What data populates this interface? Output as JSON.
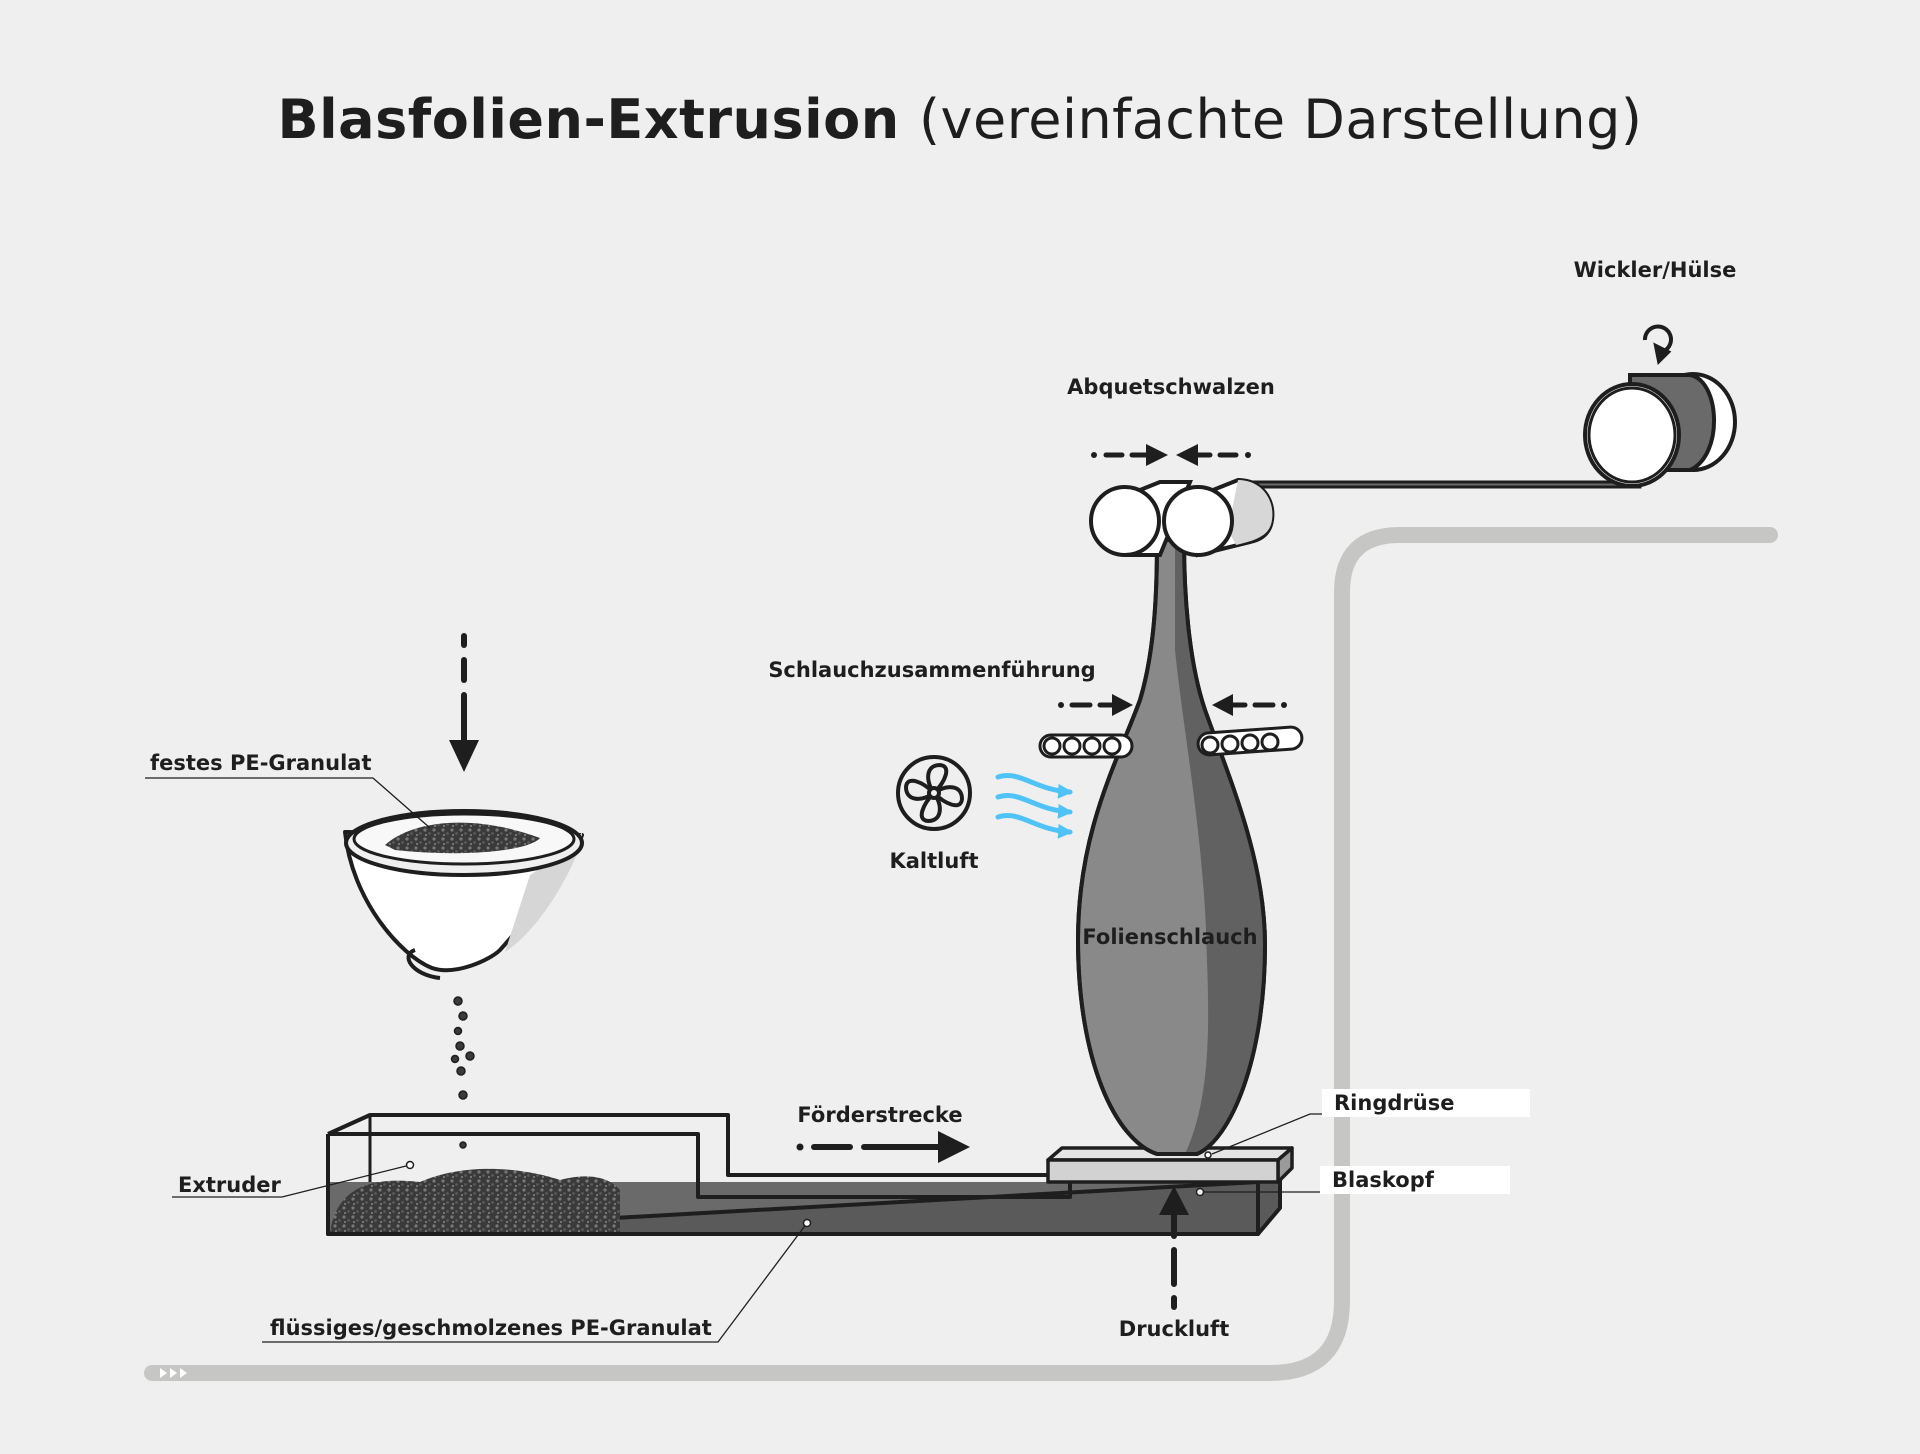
{
  "title": {
    "bold": "Blasfolien-Extrusion",
    "light": "(vereinfachte Darstellung)"
  },
  "labels": {
    "granulate": "festes PE-Granulat",
    "extruder": "Extruder",
    "melt": "flüssiges/geschmolzenes PE-Granulat",
    "conveying": "Förderstrecke",
    "compressed_air": "Druckluft",
    "ring_die": "Ringdrüse",
    "blow_head": "Blaskopf",
    "film_tube": "Folienschlauch",
    "cold_air": "Kaltluft",
    "tube_merge": "Schlauchzusammenführung",
    "nip_rolls": "Abquetschwalzen",
    "winder": "Wickler/Hülse"
  },
  "icons": {
    "fan": "fan-icon",
    "rotate": "rotate-icon",
    "arrow": "arrow-icon",
    "progress": "progress-chevrons-icon"
  },
  "colors": {
    "background": "#efefef",
    "outline": "#1e1e1e",
    "melt": "#6a6a6a",
    "tube_light": "#898989",
    "tube_dark": "#616161",
    "cold_air": "#4fc3f7",
    "track": "#c6c6c4",
    "ring_die": "#d2d2d2"
  }
}
